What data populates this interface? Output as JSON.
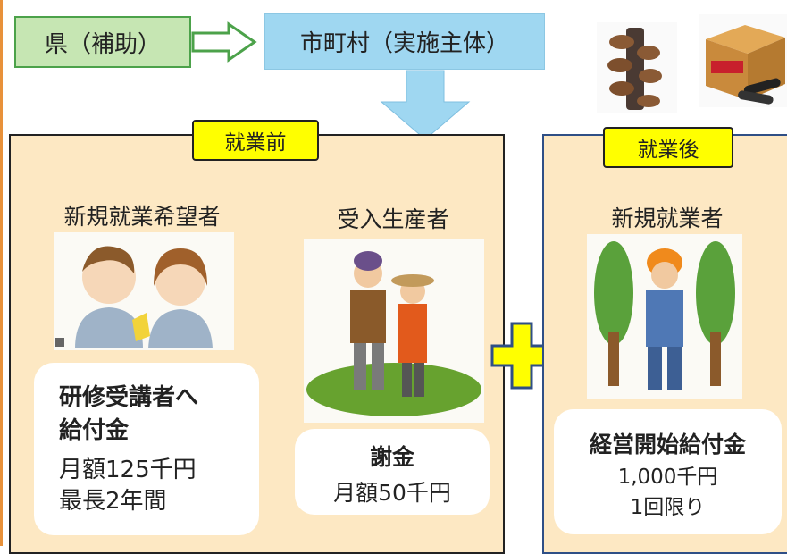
{
  "flow": {
    "prefecture": "県（補助）",
    "municipality": "市町村（実施主体）"
  },
  "before": {
    "tag": "就業前",
    "trainee": {
      "label": "新規就業希望者",
      "benefit_title_1": "研修受講者へ",
      "benefit_title_2": "給付金",
      "amount": "月額125千円",
      "duration": "最長2年間"
    },
    "host": {
      "label": "受入生産者",
      "benefit_title": "謝金",
      "amount": "月額50千円"
    }
  },
  "after": {
    "tag": "就業後",
    "worker": {
      "label": "新規就業者",
      "benefit_title": "経営開始給付金",
      "amount": "1,000千円",
      "note": "1回限り"
    }
  }
}
